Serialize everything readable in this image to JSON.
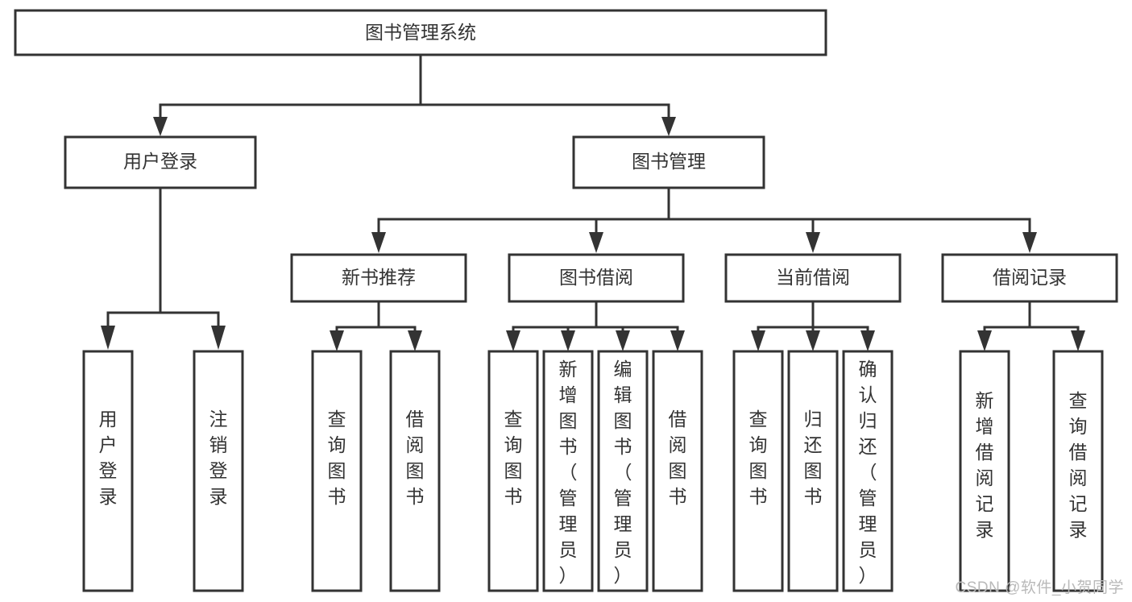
{
  "diagram": {
    "type": "tree",
    "title": "图书管理系统",
    "orientation": "top-down",
    "background_color": "#ffffff",
    "box_stroke_color": "#333333",
    "box_fill_color": "#ffffff",
    "text_color": "#333333",
    "root": {
      "label": "图书管理系统",
      "level": 0
    },
    "level2": [
      {
        "label": "用户登录"
      },
      {
        "label": "图书管理"
      }
    ],
    "level3": [
      {
        "label": "新书推荐"
      },
      {
        "label": "图书借阅"
      },
      {
        "label": "当前借阅"
      },
      {
        "label": "借阅记录"
      }
    ],
    "leaves": {
      "user_login": [
        {
          "label": "用户登录"
        },
        {
          "label": "注销登录"
        }
      ],
      "new_book_recommend": [
        {
          "label": "查询图书"
        },
        {
          "label": "借阅图书"
        }
      ],
      "book_borrow": [
        {
          "label": "查询图书"
        },
        {
          "label": "新增图书（管理员）"
        },
        {
          "label": "编辑图书（管理员）"
        },
        {
          "label": "借阅图书"
        }
      ],
      "current_borrow": [
        {
          "label": "查询图书"
        },
        {
          "label": "归还图书"
        },
        {
          "label": "确认归还（管理员）"
        }
      ],
      "borrow_record": [
        {
          "label": "新增借阅记录"
        },
        {
          "label": "查询借阅记录"
        }
      ]
    }
  },
  "watermark": {
    "text": "CSDN @软件_小贺同学",
    "color": "#b9b9b9"
  }
}
